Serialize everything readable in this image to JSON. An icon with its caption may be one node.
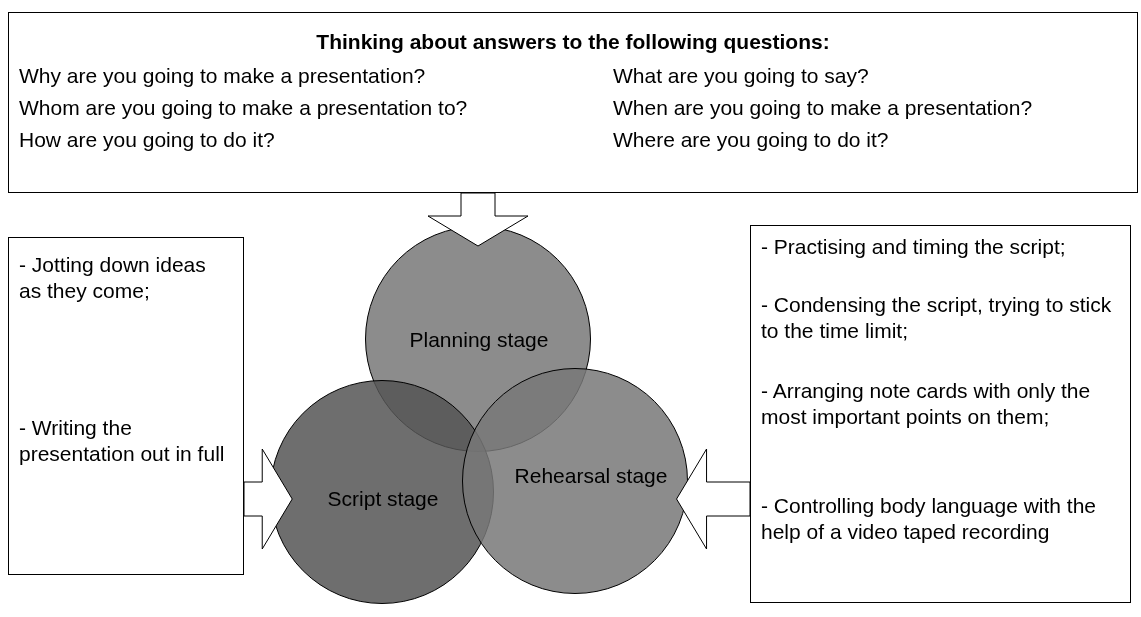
{
  "diagram": {
    "nodes": [
      {
        "text": [
          "Thinking about answers to the following questions:",
          "Why are you going to make a presentation?",
          "Whom are you going to make a presentation to?",
          "How are you going to do it?",
          "What are you going to say?",
          "When are you going to make a presentation?",
          "Where are you going to do it?"
        ]
      },
      {
        "text": [
          "- Jotting down ideas as they come;",
          "- Writing the presentation out in full"
        ]
      },
      {
        "text": [
          "Planning stage"
        ]
      },
      {
        "text": [
          "Script stage"
        ]
      },
      {
        "text": [
          "Rehearsal stage"
        ]
      },
      {
        "text": [
          "- Practising and timing the script;",
          "- Condensing the script, trying to stick to the time limit;",
          "- Arranging note cards with only the most important points on them;",
          "- Controlling body language with the help of a video taped recording"
        ]
      }
    ],
    "edges": [
      {
        "from": 0,
        "to": 2,
        "arrow": "to"
      },
      {
        "from": 1,
        "to": 3,
        "arrow": "to"
      },
      {
        "from": 5,
        "to": 4,
        "arrow": "to"
      }
    ]
  }
}
